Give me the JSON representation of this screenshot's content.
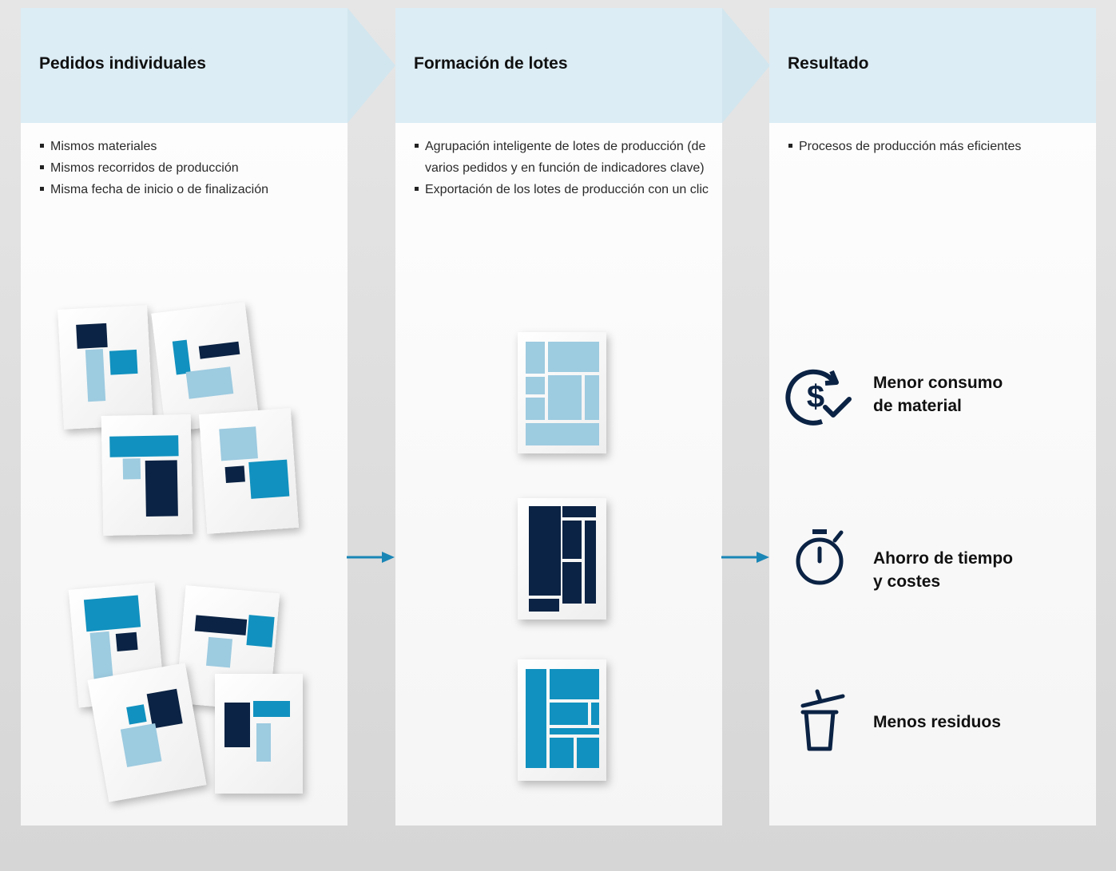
{
  "columns": [
    {
      "title": "Pedidos individuales",
      "bullets": [
        "Mismos materiales",
        "Mismos recorridos de producción",
        "Misma fecha de inicio o de finalización"
      ]
    },
    {
      "title": "Formación de lotes",
      "bullets": [
        "Agrupación inteligente de lotes de producción (de varios pedidos y en función de indicadores clave)",
        "Exportación de los lotes de producción con un clic"
      ]
    },
    {
      "title": "Resultado",
      "bullets": [
        "Procesos de producción más eficientes"
      ]
    }
  ],
  "results": [
    {
      "line1": "Menor consumo",
      "line2": "de material",
      "icon": "dollar-check-icon"
    },
    {
      "line1": "Ahorro de tiempo",
      "line2": "y costes",
      "icon": "stopwatch-icon"
    },
    {
      "line1": "Menos residuos",
      "line2": "",
      "icon": "trash-can-icon"
    }
  ],
  "colors": {
    "dark": "#0b2344",
    "mid": "#1191bf",
    "light": "#9dcbe0",
    "header": "#dcedf5",
    "icon": "#0b2344",
    "arrow": "#1a86b6"
  }
}
